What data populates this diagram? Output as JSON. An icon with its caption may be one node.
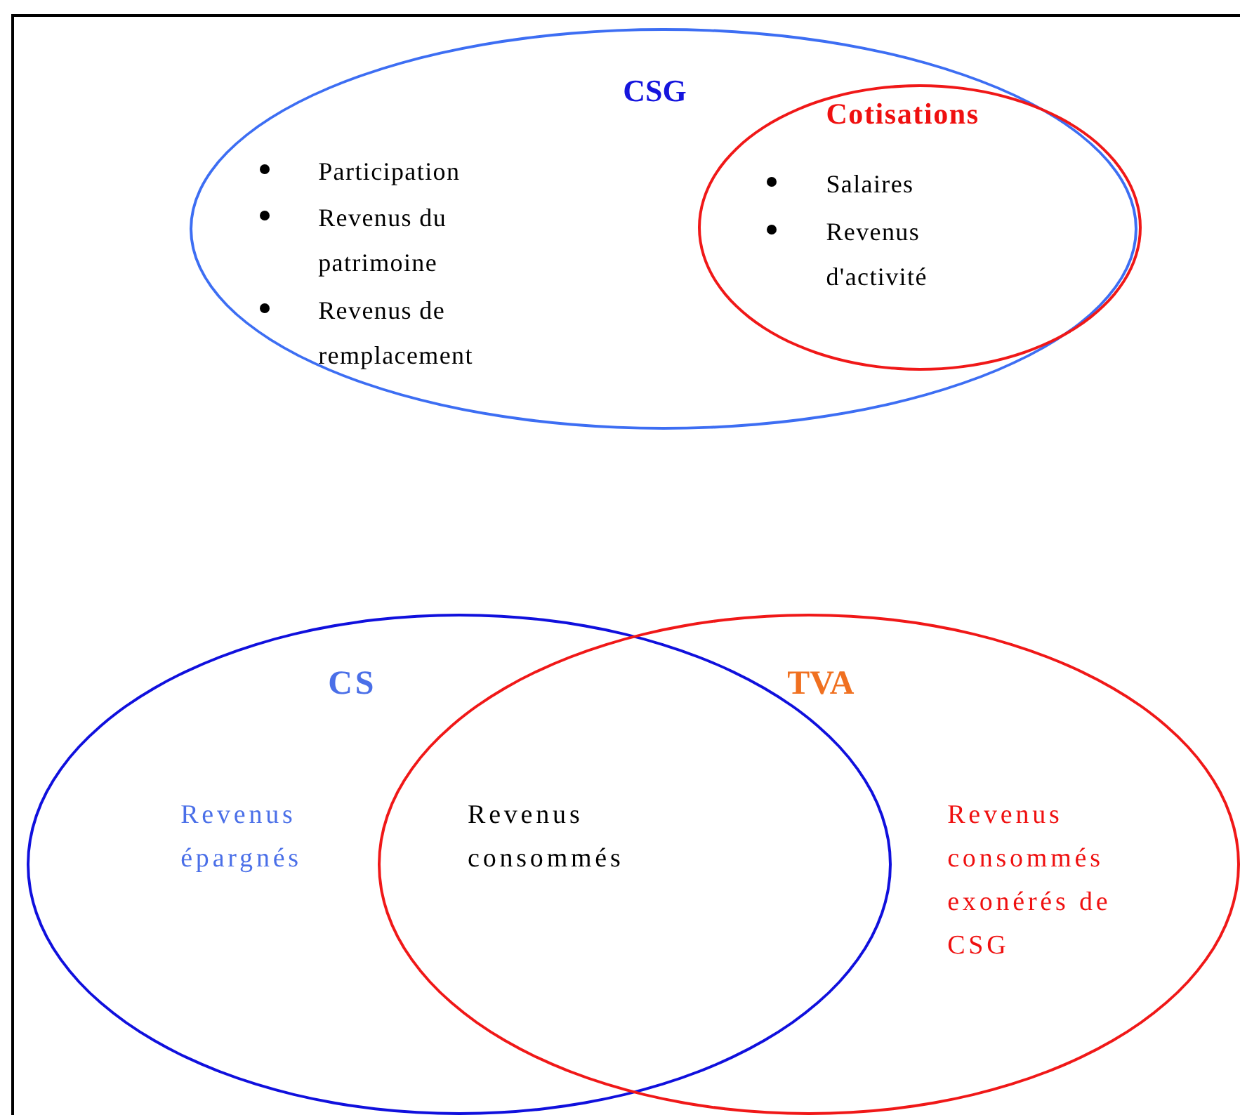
{
  "diagram": {
    "nodes": [
      {
        "text": [
          "CSG",
          "Participation",
          "Revenus du patrimoine",
          "Revenus de remplacement"
        ]
      },
      {
        "text": [
          "Cotisations",
          "Salaires",
          "Revenus d'activité"
        ],
        "in": 0
      },
      {
        "text": [
          "CS",
          "Revenus épargnés"
        ]
      },
      {
        "text": [
          "TVA",
          "Revenus consommés exonérés de CSG"
        ]
      }
    ],
    "labels": [
      "Revenus consommés"
    ]
  }
}
